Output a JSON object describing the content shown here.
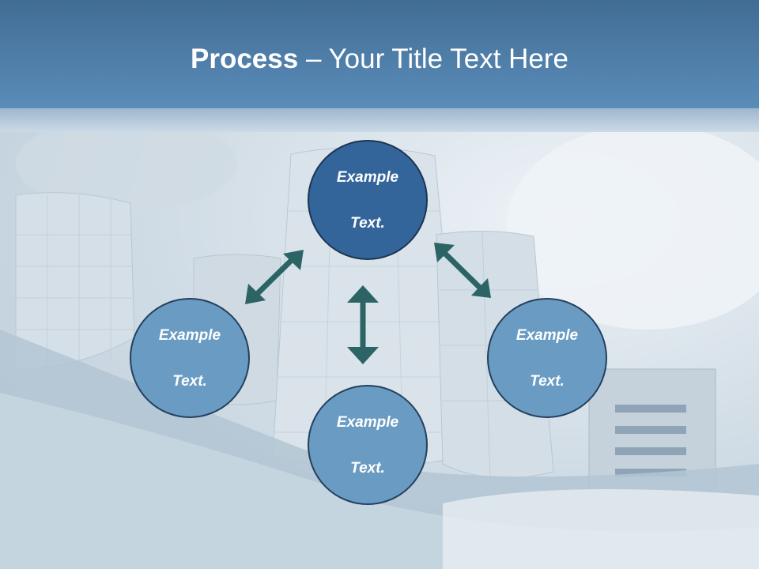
{
  "slide": {
    "title_bold": "Process",
    "title_rest": " – Your Title Text Here"
  },
  "nodes": {
    "top": {
      "line1": "Example",
      "line2": "Text."
    },
    "left": {
      "line1": "Example",
      "line2": "Text."
    },
    "right": {
      "line1": "Example",
      "line2": "Text."
    },
    "bottom": {
      "line1": "Example",
      "line2": "Text."
    }
  },
  "colors": {
    "header": "#5a8cb9",
    "node_fill": "#6a9bc3",
    "node_center_fill": "#33659a",
    "node_border": "#24405e",
    "arrow": "#2c6466"
  }
}
